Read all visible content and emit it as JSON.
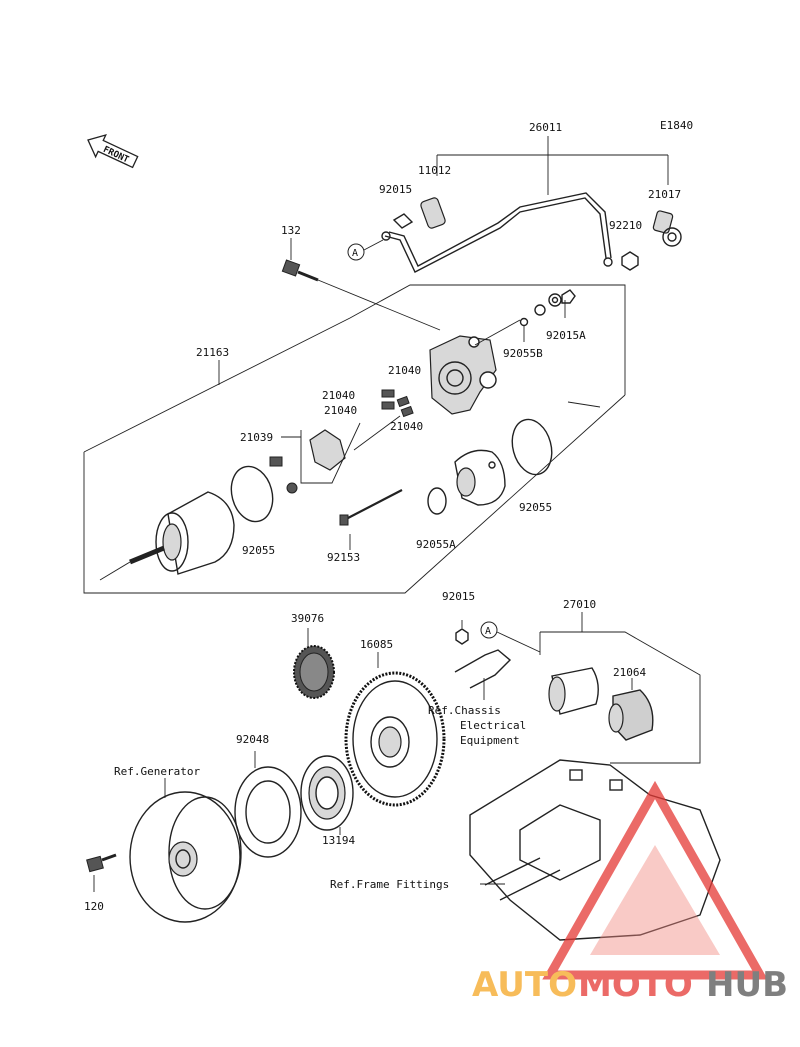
{
  "diagram_code": "E1840",
  "front_label": "FRONT",
  "callout_a": "A",
  "watermark": {
    "part1": "AUTO",
    "part2": "MOTO",
    "part3": "HUB",
    "colors": {
      "auto": "#f5a623",
      "moto": "#e53935",
      "hub": "#555555",
      "triangle": "#e53935"
    }
  },
  "labels": {
    "p26011": "26011",
    "p11012": "11012",
    "p92015_top": "92015",
    "p21017": "21017",
    "p92210": "92210",
    "p132": "132",
    "p92015A": "92015A",
    "p92055B": "92055B",
    "p21163": "21163",
    "p21040_a": "21040",
    "p21040_b": "21040",
    "p21040_c": "21040",
    "p21040_d": "21040",
    "p21039": "21039",
    "p92055_left": "92055",
    "p92153": "92153",
    "p92055A": "92055A",
    "p92055_right": "92055",
    "p92015_mid": "92015",
    "p27010": "27010",
    "p39076": "39076",
    "p16085": "16085",
    "p21064": "21064",
    "ref_chassis_1": "Ref.Chassis",
    "ref_chassis_2": "Electrical",
    "ref_chassis_3": "Equipment",
    "p92048": "92048",
    "ref_generator": "Ref.Generator",
    "p13194": "13194",
    "ref_frame": "Ref.Frame Fittings",
    "p120": "120"
  }
}
